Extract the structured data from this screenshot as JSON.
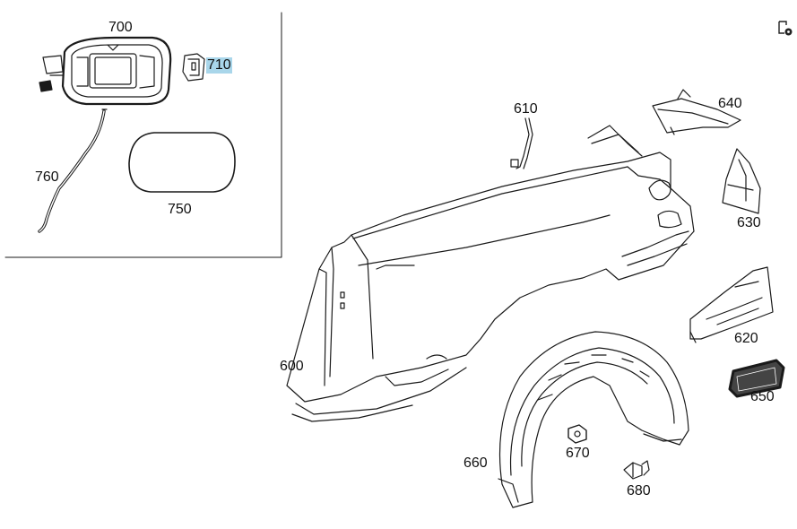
{
  "diagram": {
    "callouts": {
      "c700": "700",
      "c710": "710",
      "c760": "760",
      "c750": "750",
      "c610": "610",
      "c640": "640",
      "c630": "630",
      "c620": "620",
      "c650": "650",
      "c600": "600",
      "c660": "660",
      "c670": "670",
      "c680": "680"
    },
    "highlighted": "710",
    "highlight_color": "#a9d6ea",
    "line_color": "#1a1a1a"
  },
  "toolbar": {
    "icon": "document-settings-icon"
  }
}
